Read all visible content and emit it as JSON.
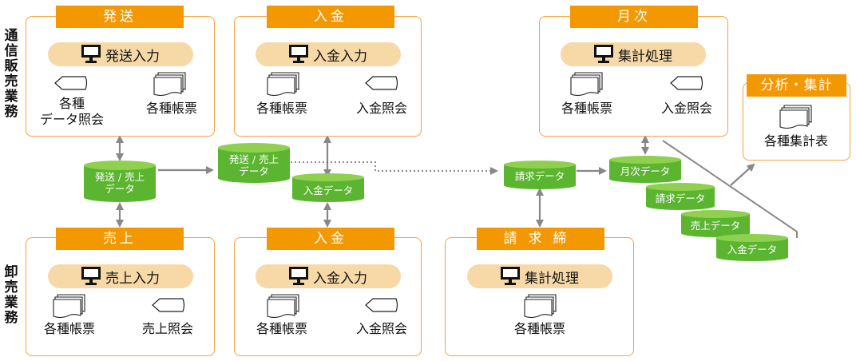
{
  "side_labels": {
    "mail_order": "通信販売業務",
    "wholesale": "卸売業務"
  },
  "boxes": {
    "mo_ship": {
      "tab": "発送",
      "pill": "発送入力",
      "cap1": "各種\nデータ照会",
      "cap2": "各種帳票"
    },
    "mo_pay": {
      "tab": "入金",
      "pill": "入金入力",
      "cap1": "各種帳票",
      "cap2": "入金照会"
    },
    "monthly": {
      "tab": "月次",
      "pill": "集計処理",
      "cap1": "各種帳票",
      "cap2": "入金照会"
    },
    "analysis": {
      "tab": "分析・集計",
      "cap1": "各種集計表"
    },
    "wh_sales": {
      "tab": "売上",
      "pill": "売上入力",
      "cap1": "各種帳票",
      "cap2": "売上照会"
    },
    "wh_pay": {
      "tab": "入金",
      "pill": "入金入力",
      "cap1": "各種帳票",
      "cap2": "入金照会"
    },
    "billing": {
      "tab": "請求締",
      "pill": "集計処理",
      "cap1": "各種帳票"
    }
  },
  "databases": {
    "ship_sales_1": "発送 / 売上\nデータ",
    "ship_sales_2": "発送 / 売上\nデータ",
    "payment_1": "入金データ",
    "billing_data": "請求データ",
    "monthly_data": "月次データ",
    "stack_billing": "請求データ",
    "stack_sales": "売上データ",
    "stack_payment": "入金データ"
  },
  "colors": {
    "accent_orange": "#f39800",
    "box_border": "#f0a340",
    "pill_fill": "#f7d9a8",
    "db_green": "#5cb531",
    "db_top": "#8fd14f",
    "arrow_gray": "#888888"
  }
}
